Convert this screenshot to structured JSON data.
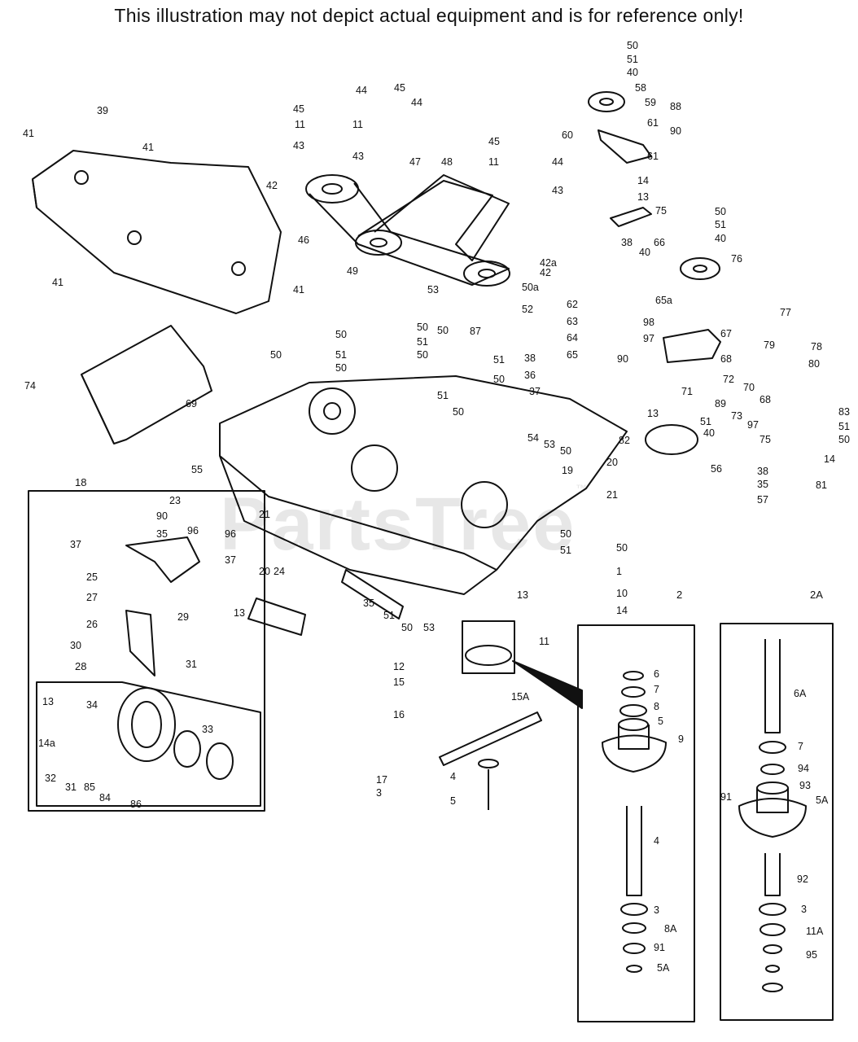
{
  "header": {
    "disclaimer": "This illustration may not depict actual equipment and is for reference only!"
  },
  "watermark": {
    "text": "PartsTree",
    "mark": "™"
  },
  "boxes": {
    "caster": "18",
    "wheel": "28",
    "spindle": "2",
    "spindle_alt": "2A"
  },
  "callouts": [
    "50",
    "51",
    "40",
    "58",
    "59",
    "88",
    "60",
    "61",
    "90",
    "61",
    "14",
    "13",
    "75",
    "45",
    "11",
    "43",
    "44",
    "45",
    "11",
    "43",
    "44",
    "39",
    "41",
    "41",
    "42",
    "47",
    "48",
    "45",
    "11",
    "44",
    "43",
    "46",
    "42a",
    "42",
    "38",
    "40",
    "66",
    "50",
    "51",
    "40",
    "76",
    "41",
    "41",
    "49",
    "53",
    "50a",
    "52",
    "62",
    "63",
    "64",
    "65",
    "65a",
    "98",
    "97",
    "90",
    "67",
    "68",
    "77",
    "79",
    "78",
    "80",
    "50",
    "51",
    "50",
    "50",
    "51",
    "50",
    "87",
    "50",
    "51",
    "50",
    "51",
    "50",
    "38",
    "36",
    "37",
    "50",
    "74",
    "69",
    "71",
    "89",
    "72",
    "70",
    "68",
    "73",
    "97",
    "75",
    "14",
    "13",
    "82",
    "51",
    "40",
    "83",
    "51",
    "50",
    "81",
    "38",
    "35",
    "57",
    "56",
    "55",
    "54",
    "53",
    "50",
    "19",
    "20",
    "21",
    "23",
    "90",
    "35",
    "96",
    "37",
    "96",
    "37",
    "21",
    "20",
    "24",
    "25",
    "27",
    "26",
    "29",
    "30",
    "31",
    "34",
    "33",
    "13",
    "14a",
    "32",
    "31",
    "85",
    "84",
    "86",
    "13",
    "35",
    "51",
    "50",
    "53",
    "50",
    "51",
    "50",
    "1",
    "10",
    "14",
    "13",
    "11",
    "12",
    "15",
    "15A",
    "16",
    "17",
    "3",
    "4",
    "5",
    "6",
    "7",
    "8",
    "5",
    "9",
    "4",
    "3",
    "8A",
    "91",
    "5A",
    "6A",
    "7",
    "94",
    "93",
    "5A",
    "91",
    "92",
    "3",
    "11A",
    "95"
  ],
  "line_color": "#111111",
  "paper_color": "#ffffff"
}
